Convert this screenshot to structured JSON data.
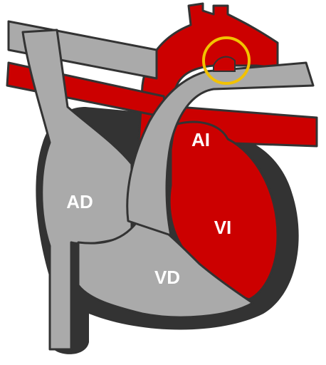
{
  "labels": {
    "right_atrium": "AD",
    "right_ventricle": "VD",
    "left_atrium": "AI",
    "left_ventricle": "VI"
  },
  "colors": {
    "oxygenated": "#cc0000",
    "deoxygenated": "#aaaaaa",
    "outline": "#333333",
    "highlight_ring": "#f2c200",
    "text": "#ffffff"
  }
}
